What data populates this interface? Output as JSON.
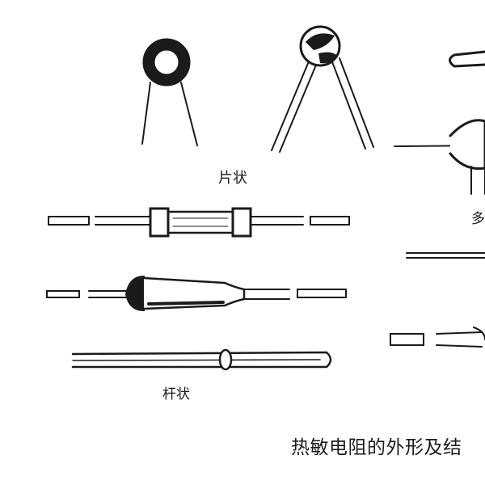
{
  "labels": {
    "disc": "片状",
    "rod": "杆状",
    "partial": "多"
  },
  "caption": "热敏电阻的外形及结",
  "colors": {
    "ink": "#1b1b1b",
    "paper": "#ffffff"
  }
}
